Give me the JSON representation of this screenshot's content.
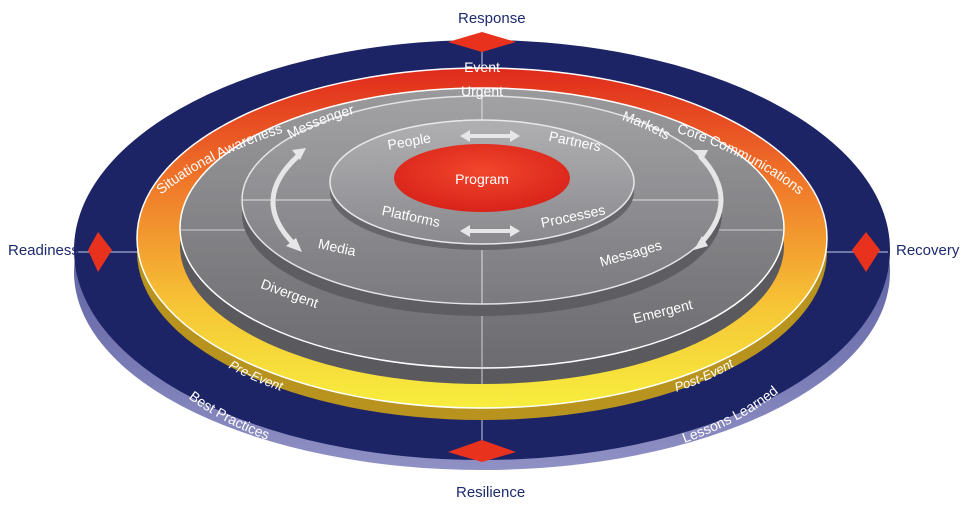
{
  "cardinal": {
    "top": "Response",
    "left": "Readiness",
    "right": "Recovery",
    "bottom": "Resilience"
  },
  "outer_ring": {
    "top_left": "Situational Awareness",
    "top_right": "Core Communications",
    "bottom_left": "Best Practices",
    "bottom_right": "Lessons Learned"
  },
  "phase_ring": {
    "top": "Event",
    "left": "Pre-Event",
    "right": "Post-Event"
  },
  "gray_ring": {
    "top": "Urgent",
    "left": "Divergent",
    "right": "Emergent"
  },
  "middle_ring": {
    "top_left": "Messenger",
    "top_right": "Markets",
    "bottom_left": "Media",
    "bottom_right": "Messages"
  },
  "inner_ring": {
    "top_left": "People",
    "top_right": "Partners",
    "bottom_left": "Platforms",
    "bottom_right": "Processes"
  },
  "center": {
    "label": "Program"
  },
  "colors": {
    "navy": "#1d2466",
    "red": "#e8321e",
    "orange": "#f39a2b",
    "yellow": "#f6e43a",
    "gray": "#7d7d80",
    "light_gray": "#a9a9ac"
  }
}
